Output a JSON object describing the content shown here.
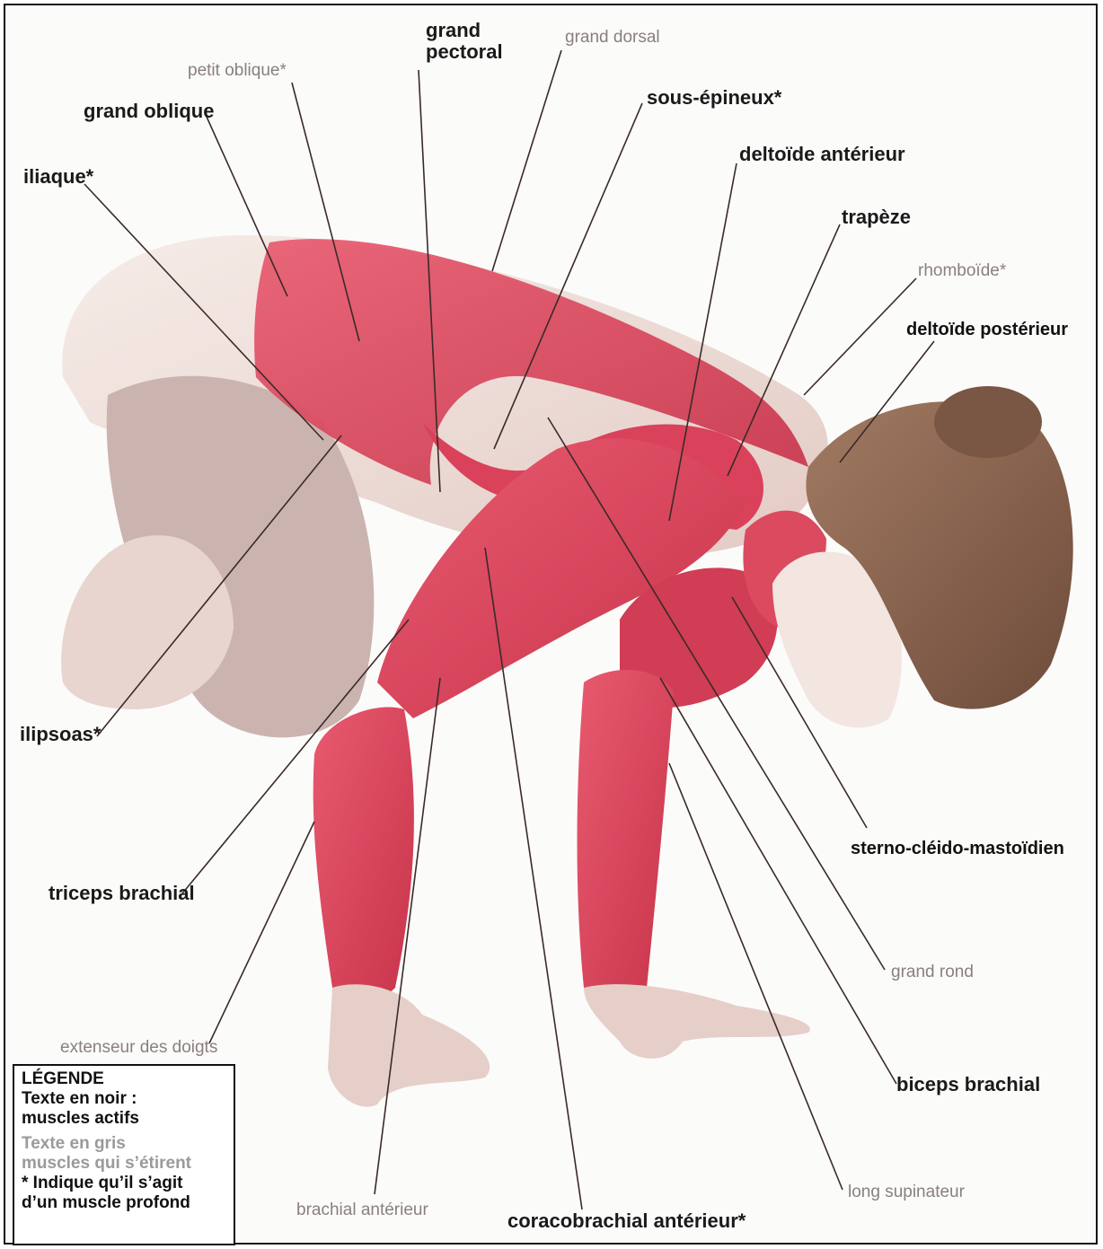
{
  "labels": {
    "grand_pectoral": "grand\npectoral",
    "grand_dorsal": "grand dorsal",
    "petit_oblique": "petit oblique*",
    "grand_oblique": "grand oblique",
    "sous_epineux": "sous-épineux*",
    "iliaque": "iliaque*",
    "deltoide_anterieur": "deltoïde antérieur",
    "trapeze": "trapèze",
    "rhomboide": "rhomboïde*",
    "deltoide_posterieur": "deltoïde postérieur",
    "ilipsoas": "ilipsoas*",
    "sterno": "sterno-cléido-mastoïdien",
    "triceps": "triceps brachial",
    "grand_rond": "grand rond",
    "extenseur": "extenseur des doigts",
    "biceps": "biceps brachial",
    "long_supinateur": "long supinateur",
    "brachial_anterieur": "brachial antérieur",
    "coracobrachial": "coracobrachial antérieur*"
  },
  "legend": {
    "title": "LÉGENDE",
    "black_line1": "Texte en noir :",
    "black_line2": "muscles actifs",
    "gray_line1": "Texte en gris",
    "gray_line2": "muscles qui s’étirent",
    "deep_line1": "* Indique qu’il s’agit",
    "deep_line2": "d’un muscle profond"
  },
  "colors": {
    "muscle": "#e0485e",
    "skin": "#f1e1dc",
    "hair": "#8a6450",
    "active_text": "#1a1a1a",
    "stretch_text": "#8a7f7f"
  }
}
